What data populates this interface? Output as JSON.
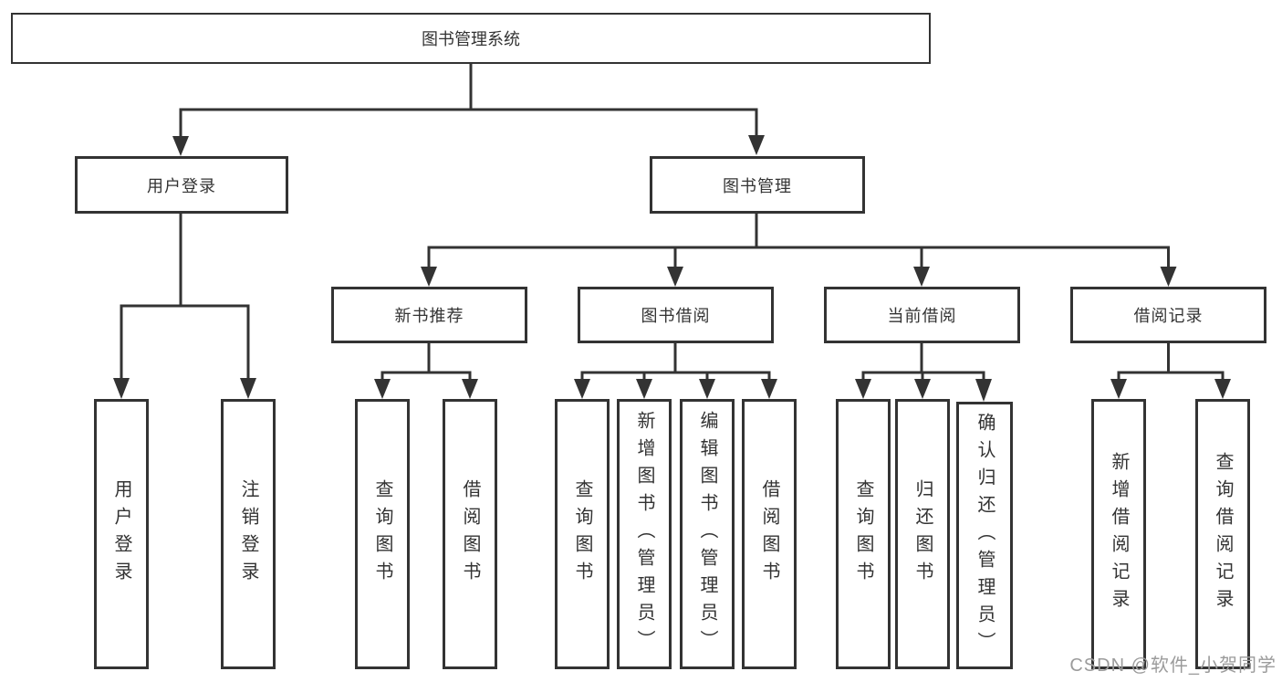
{
  "title": "图书管理系统",
  "level2": {
    "user_login": "用户登录",
    "book_mgmt": "图书管理"
  },
  "level3": [
    "新书推荐",
    "图书借阅",
    "当前借阅",
    "借阅记录"
  ],
  "leaves": {
    "user_login": [
      "用户登录",
      "注销登录"
    ],
    "new_book": [
      "查询图书",
      "借阅图书"
    ],
    "book_borrow": [
      "查询图书",
      "新增图书（管理员）",
      "编辑图书（管理员）",
      "借阅图书"
    ],
    "current_borrow": [
      "查询图书",
      "归还图书",
      "确认归还（管理员）"
    ],
    "borrow_records": [
      "新增借阅记录",
      "查询借阅记录"
    ]
  },
  "watermark": {
    "text": "CSDN @软件_小贺同学"
  },
  "colors": {
    "line": "#333333",
    "box_border": "#333333",
    "text": "#333333",
    "watermark": "#9b9b9b",
    "background": "#ffffff"
  }
}
